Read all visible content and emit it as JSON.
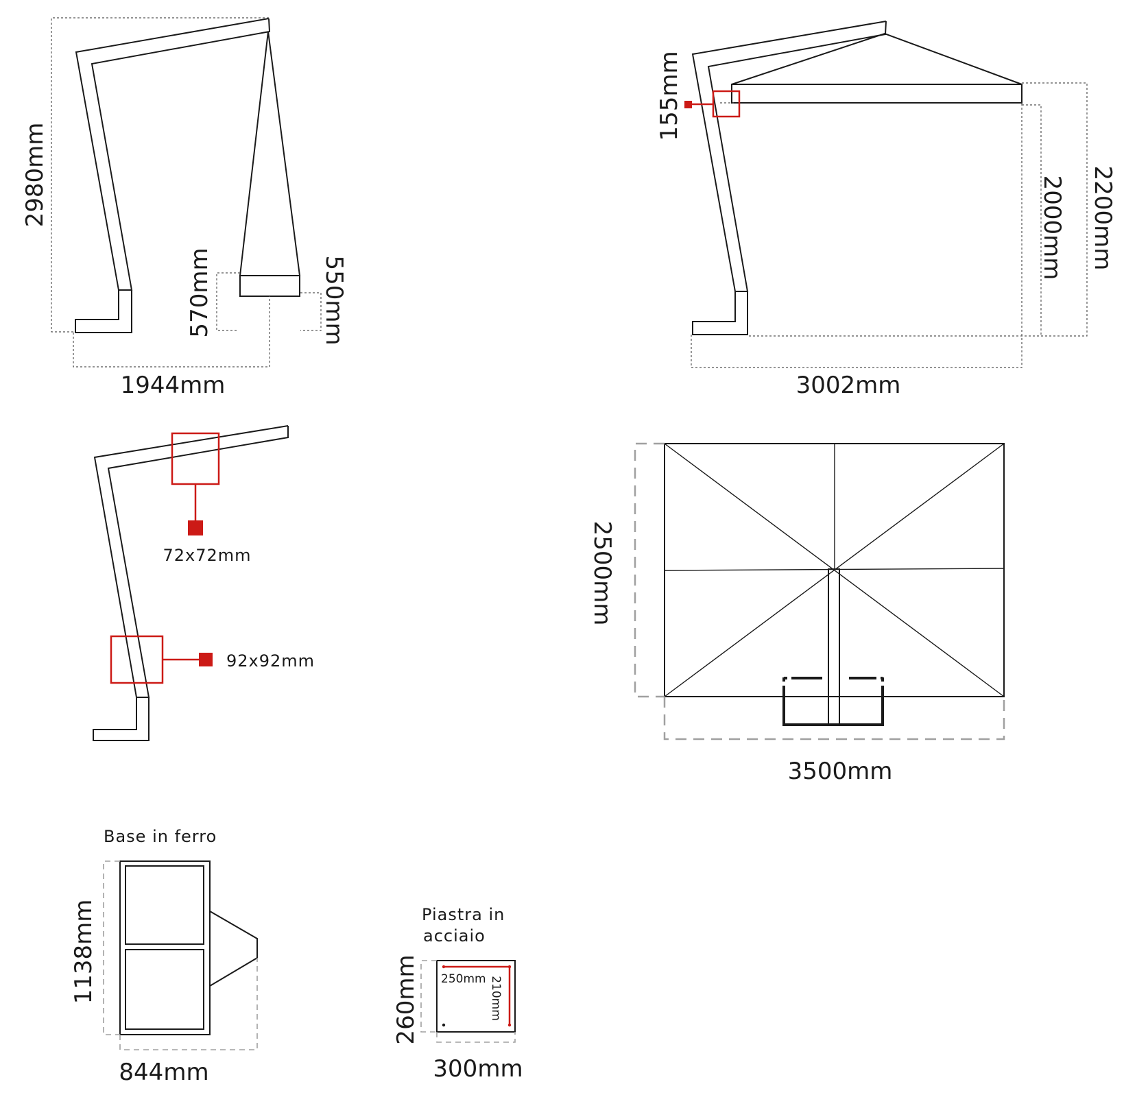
{
  "side_view_closed": {
    "height": "2980mm",
    "width": "1944mm",
    "canopy_height": "570mm",
    "canopy_offset": "550mm"
  },
  "side_view_open": {
    "arm_drop": "155mm",
    "clearance": "2000mm",
    "total_height": "2200mm",
    "reach": "3002mm"
  },
  "profile_sections": {
    "arm_section": "72x72mm",
    "pole_section": "92x92mm"
  },
  "top_view": {
    "depth": "2500mm",
    "width": "3500mm"
  },
  "iron_base": {
    "title": "Base in ferro",
    "height": "1138mm",
    "width": "844mm"
  },
  "steel_plate": {
    "title_line1": "Piastra in",
    "title_line2": "acciaio",
    "height": "260mm",
    "width": "300mm",
    "hole_spacing_x": "250mm",
    "hole_spacing_y": "210mm"
  },
  "colors": {
    "accent": "#cc1a16",
    "line": "#1a1a1a",
    "dimension": "#a0a0a0"
  }
}
